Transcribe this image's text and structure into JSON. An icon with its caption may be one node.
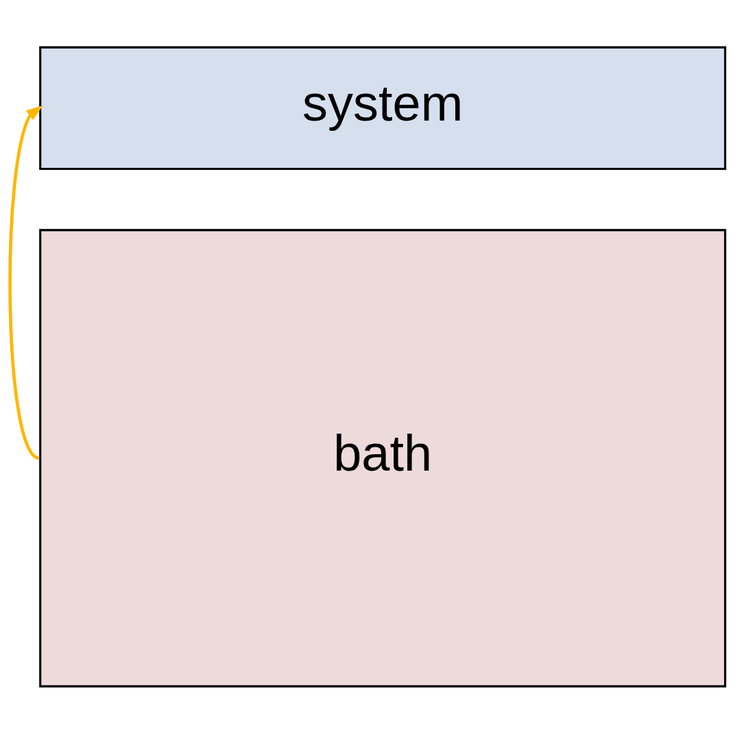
{
  "diagram": {
    "nodes": [
      {
        "text": [
          "system"
        ]
      },
      {
        "text": [
          "bath"
        ]
      }
    ],
    "edges": [
      {
        "from": 1,
        "to": 0,
        "arrow": "to",
        "color": "#ffb600"
      }
    ]
  }
}
